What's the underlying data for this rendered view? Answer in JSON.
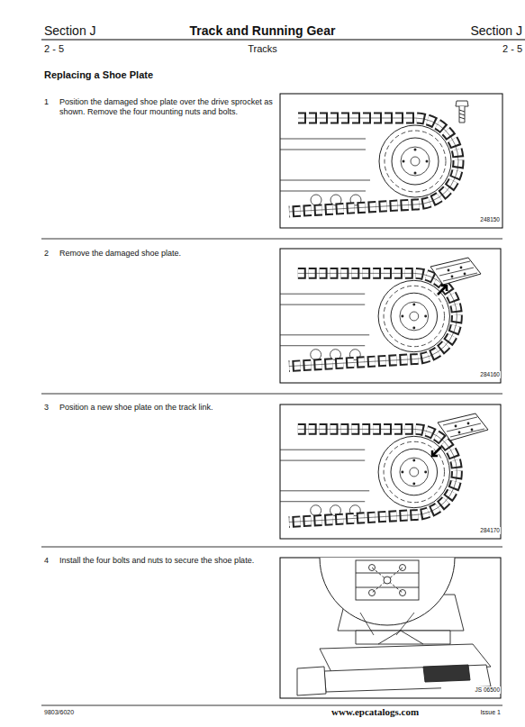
{
  "diagram": {
    "title": "Replacing a Shoe Plate",
    "labels": [
      "Section J",
      "Track and Running Gear",
      "Section J",
      "2 - 5",
      "Tracks",
      "2 - 5",
      "1",
      "Position the damaged shoe plate over the drive sprocket as shown. Remove the four mounting nuts and bolts.",
      "248150",
      "2",
      "Remove the damaged shoe plate.",
      "284160",
      "3",
      "Position a new shoe plate on the track link.",
      "284170",
      "4",
      "Install the four bolts and nuts to secure the shoe plate.",
      "JS 06500",
      "9803/6020",
      "Issue 1",
      "www.epcatalogs.com"
    ]
  }
}
